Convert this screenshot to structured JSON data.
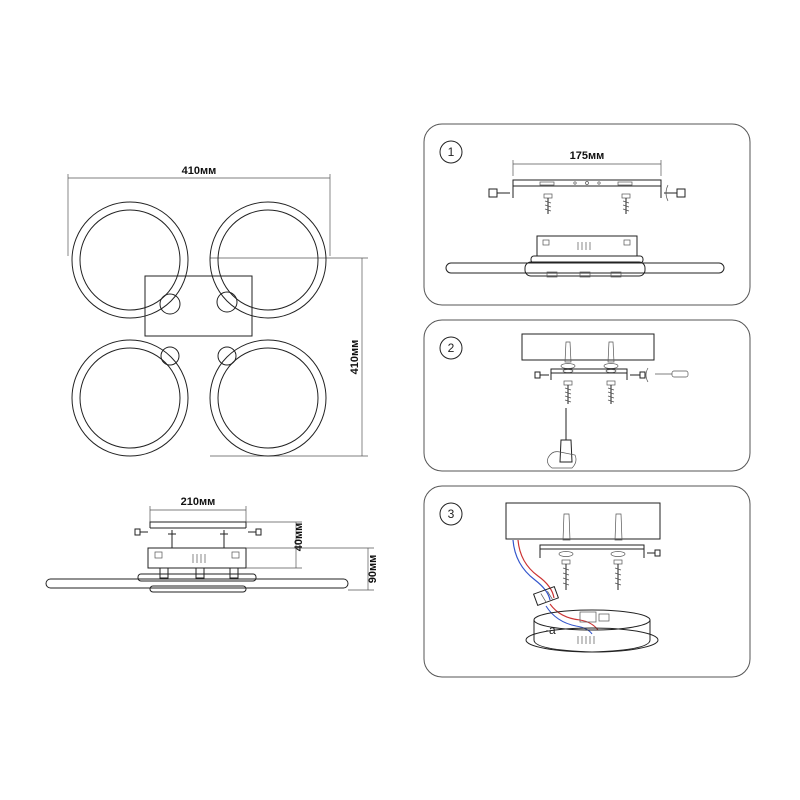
{
  "colors": {
    "line": "#222222",
    "panel_border": "#555555",
    "wire_red": "#cc3333",
    "wire_blue": "#3355cc"
  },
  "top_view": {
    "width_label": "410мм",
    "height_label": "410мм"
  },
  "side_view": {
    "mount_width_label": "210мм",
    "mount_height_label": "40мм",
    "total_height_label": "90мм"
  },
  "steps": [
    {
      "number": "1",
      "dimension_label": "175мм"
    },
    {
      "number": "2"
    },
    {
      "number": "3"
    }
  ]
}
